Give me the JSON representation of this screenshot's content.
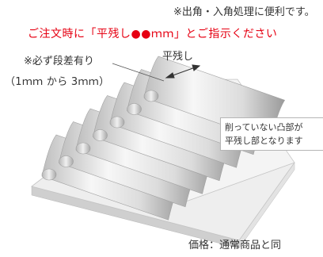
{
  "notes": {
    "top_note": "※出角・入角処理に便利です。",
    "instruction": "ご注文時に「平残し●●ｍｍ」とご指示ください",
    "flat_label": "平残し",
    "step_note": "※必ず段差有り",
    "step_range": "（1ｍｍ から 3ｍｍ）"
  },
  "callout": {
    "line1": "削っていない凸部が",
    "line2": "平残し部となります"
  },
  "price": "価格：通常商品と同",
  "colors": {
    "accent_red": "#e60012",
    "text": "#333333"
  }
}
